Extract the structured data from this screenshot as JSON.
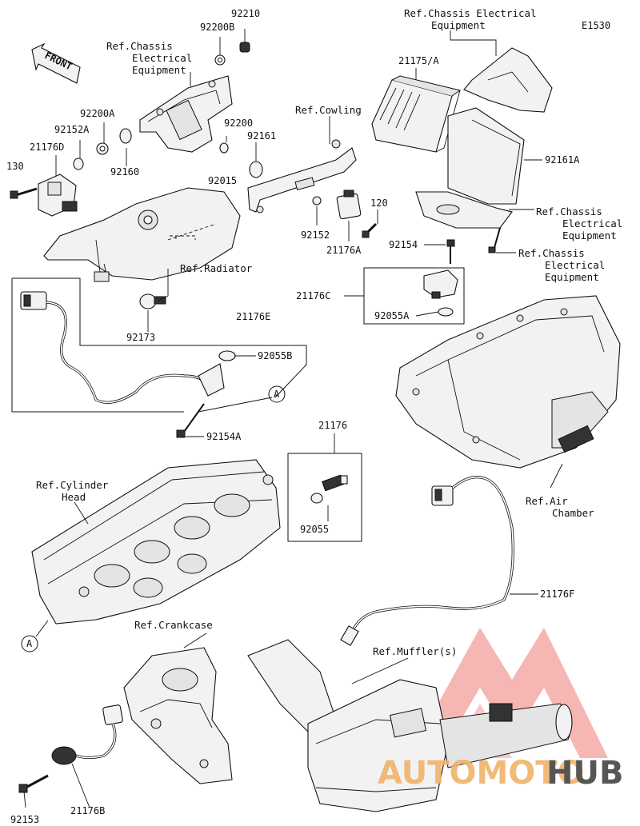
{
  "diagram_code": "E1530",
  "front_arrow": "FRONT",
  "refs": {
    "chassis_electrical_1": [
      "Ref.Chassis",
      "Electrical",
      "Equipment"
    ],
    "chassis_electrical_top": [
      "Ref.Chassis Electrical",
      "Equipment"
    ],
    "chassis_electrical_2": [
      "Ref.Chassis",
      "Electrical",
      "Equipment"
    ],
    "chassis_electrical_3": [
      "Ref.Chassis",
      "Electrical",
      "Equipment"
    ],
    "cowling": "Ref.Cowling",
    "radiator": "Ref.Radiator",
    "cylinder_head": [
      "Ref.Cylinder",
      "Head"
    ],
    "air_chamber": [
      "Ref.Air",
      "Chamber"
    ],
    "crankcase": "Ref.Crankcase",
    "mufflers": "Ref.Muffler(s)"
  },
  "parts": {
    "p92210": "92210",
    "p92200B": "92200B",
    "p92200A": "92200A",
    "p92152A": "92152A",
    "p21176D": "21176D",
    "p130": "130",
    "p92160": "92160",
    "p92200": "92200",
    "p92161": "92161",
    "p92015": "92015",
    "p21175A": "21175/A",
    "p92161A": "92161A",
    "p120": "120",
    "p92152": "92152",
    "p21176A": "21176A",
    "p92154": "92154",
    "p21176C": "21176C",
    "p92055A": "92055A",
    "p92173": "92173",
    "p21176E": "21176E",
    "p92055B": "92055B",
    "p92154A": "92154A",
    "p21176": "21176",
    "p92055": "92055",
    "p21176F": "21176F",
    "p21176B": "21176B",
    "p92153": "92153"
  },
  "callout_a": "A",
  "watermark": {
    "part1": "AUTOMOTO",
    "part2": "HUB",
    "color1": "#f0b36a",
    "color2": "#444444",
    "mark_color": "#e8413b"
  }
}
